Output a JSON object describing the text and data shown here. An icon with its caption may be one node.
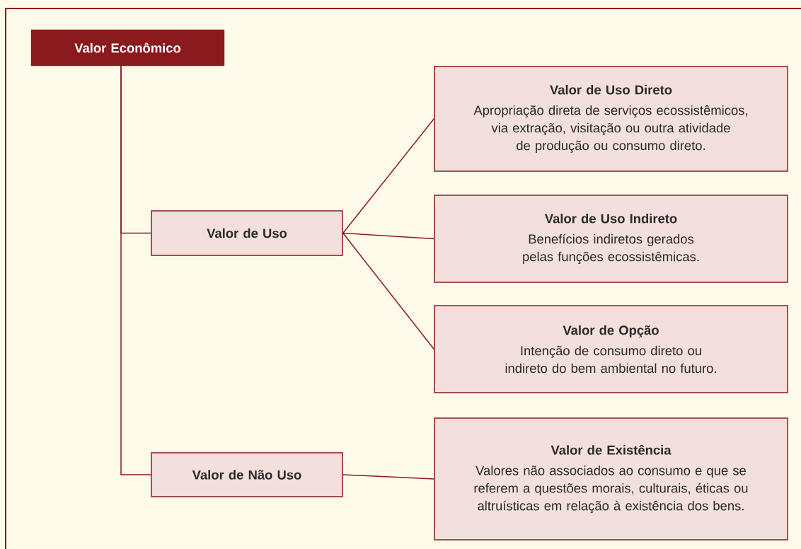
{
  "diagram": {
    "nodes": [
      {
        "text": [
          "Valor Econômico"
        ]
      },
      {
        "text": [
          "Valor de Uso"
        ]
      },
      {
        "text": [
          "Valor de Não Uso"
        ]
      },
      {
        "text": [
          "Valor de Uso Direto",
          "Apropriação direta de serviços ecossistêmicos, via extração, visitação ou outra atividade de produção ou consumo direto."
        ]
      },
      {
        "text": [
          "Valor de Uso Indireto",
          "Benefícios indiretos gerados pelas funções ecossistêmicas."
        ]
      },
      {
        "text": [
          "Valor de Opção",
          "Intenção de consumo direto ou indireto do bem ambiental no futuro."
        ]
      },
      {
        "text": [
          "Valor de Existência",
          "Valores não associados ao consumo e que se referem a questões morais, culturais, éticas ou altruísticas em relação à existência dos bens."
        ]
      }
    ],
    "edges": [
      {
        "from": 0,
        "to": 1,
        "arrow": "none"
      },
      {
        "from": 0,
        "to": 2,
        "arrow": "none"
      },
      {
        "from": 1,
        "to": 3,
        "arrow": "none"
      },
      {
        "from": 1,
        "to": 4,
        "arrow": "none"
      },
      {
        "from": 1,
        "to": 5,
        "arrow": "none"
      },
      {
        "from": 2,
        "to": 6,
        "arrow": "none"
      }
    ]
  }
}
